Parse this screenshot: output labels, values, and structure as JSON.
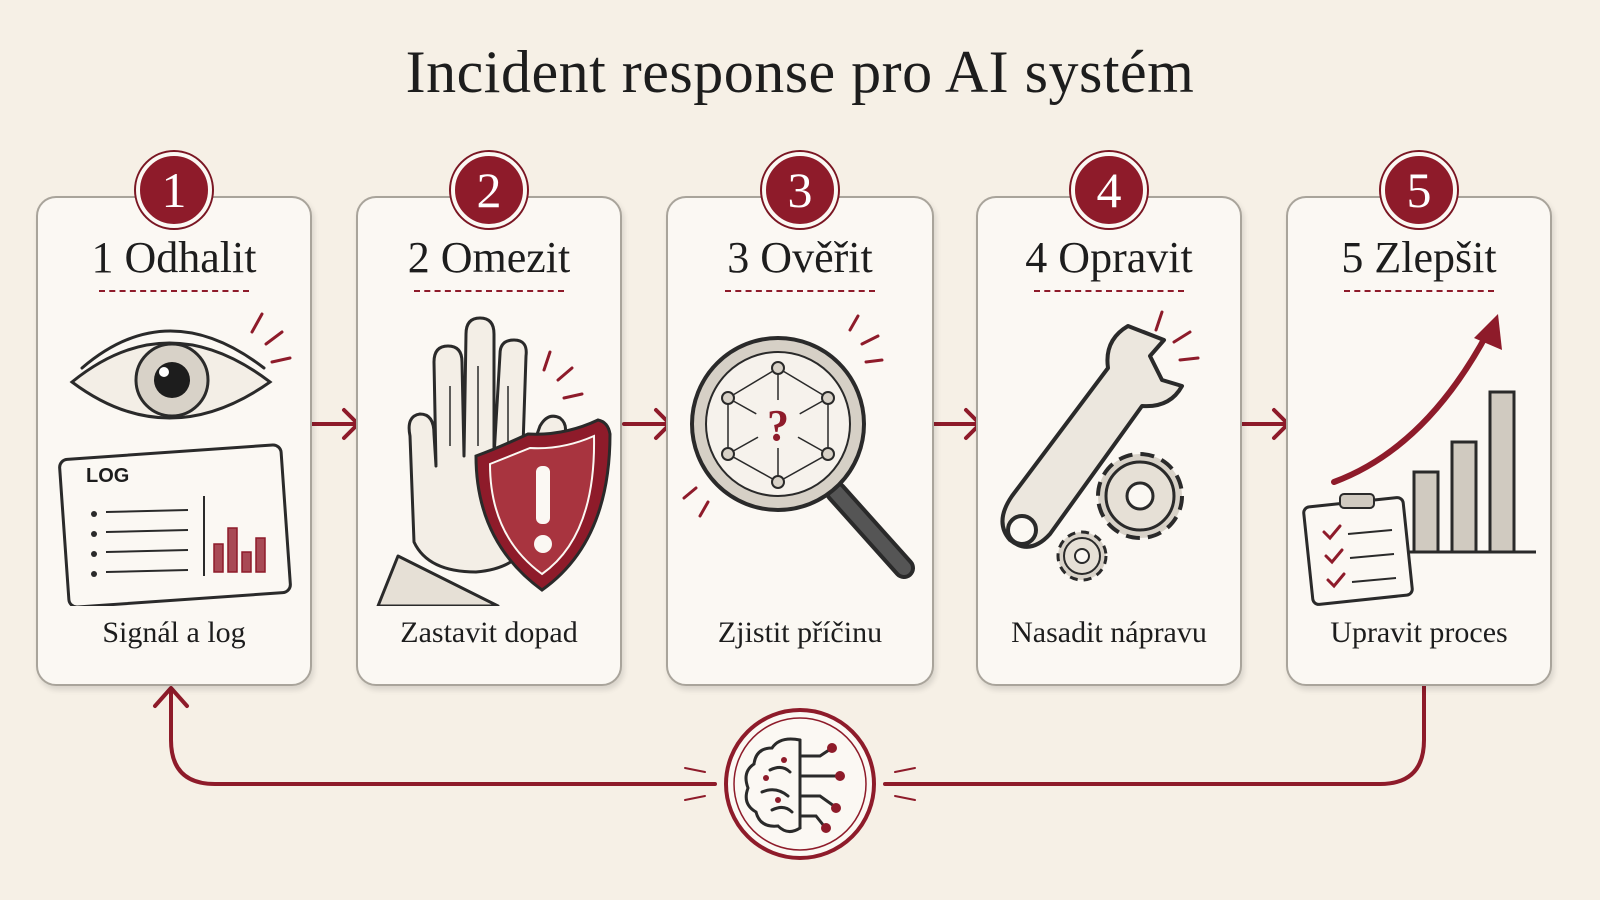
{
  "title": "Incident response pro AI systém",
  "colors": {
    "accent": "#8e1b2a",
    "background": "#f6f0e6",
    "card": "#fbf8f3",
    "ink": "#2a2a2a"
  },
  "steps": [
    {
      "number": "1",
      "title": "1 Odhalit",
      "caption": "Signál a log",
      "icon": "eye-with-log-icon",
      "log_label": "LOG"
    },
    {
      "number": "2",
      "title": "2 Omezit",
      "caption": "Zastavit dopad",
      "icon": "stop-hand-shield-icon"
    },
    {
      "number": "3",
      "title": "3 Ověřit",
      "caption": "Zjistit příčinu",
      "icon": "magnifier-network-icon"
    },
    {
      "number": "4",
      "title": "4 Opravit",
      "caption": "Nasadit nápravu",
      "icon": "wrench-gears-icon"
    },
    {
      "number": "5",
      "title": "5 Zlepšit",
      "caption": "Upravit proces",
      "icon": "clipboard-growth-chart-icon"
    }
  ],
  "loop_icon": "ai-brain-icon"
}
